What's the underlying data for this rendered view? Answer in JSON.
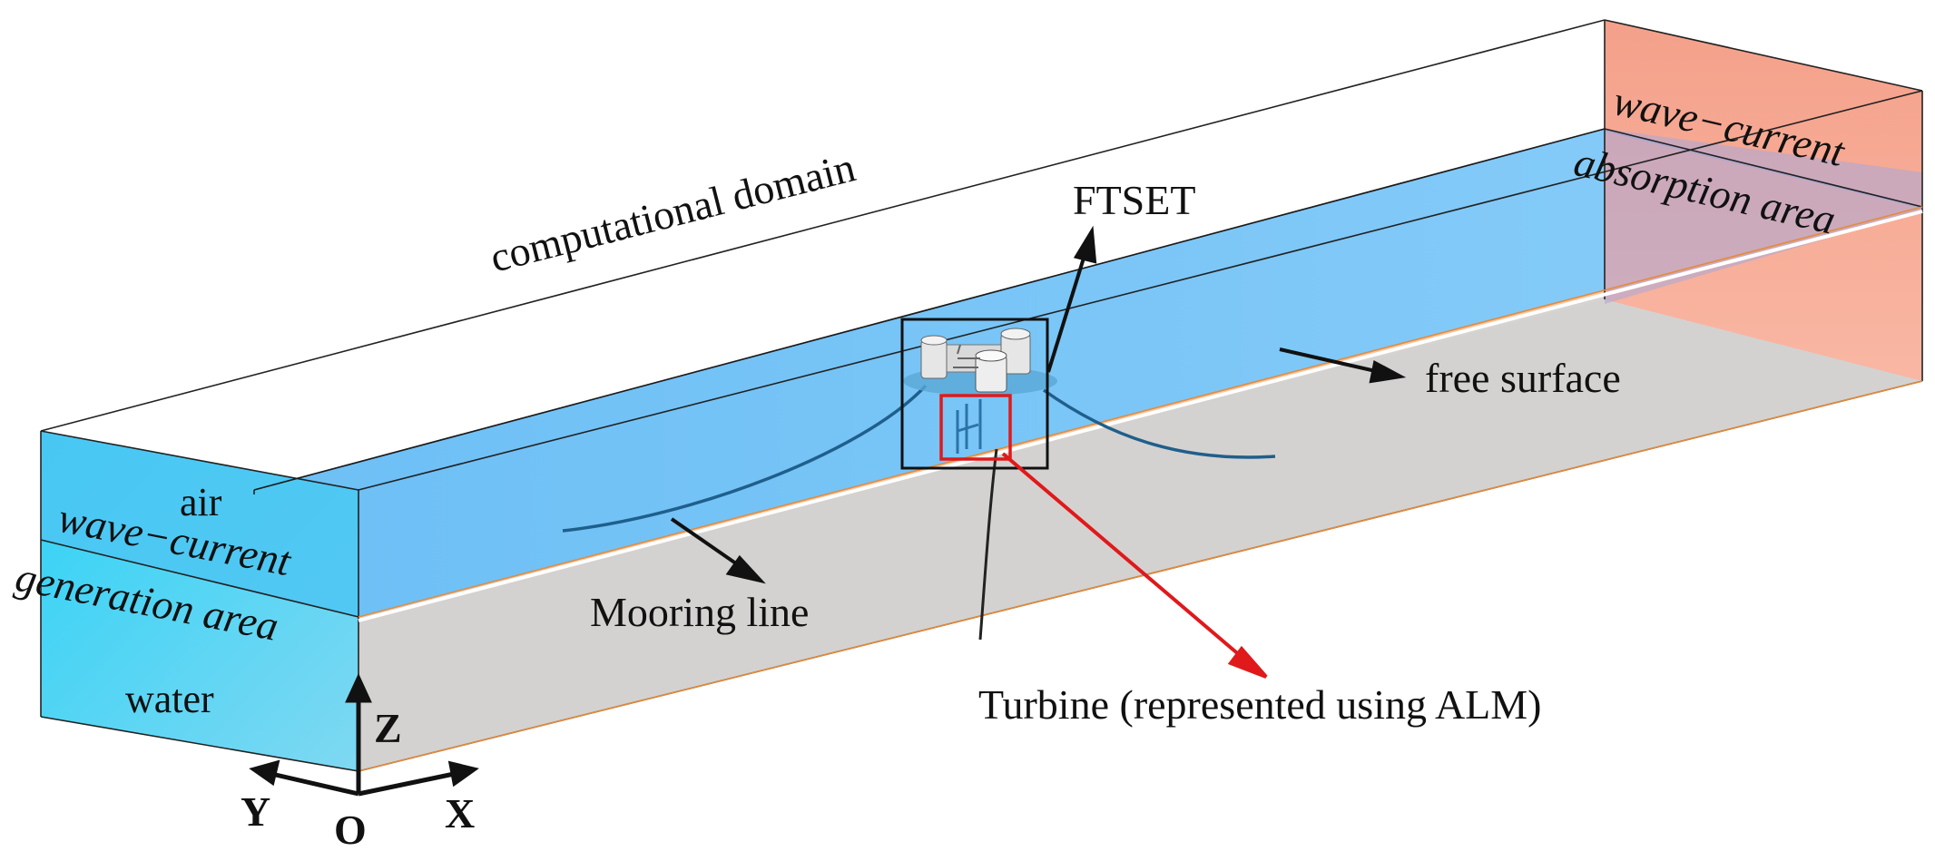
{
  "labels": {
    "computational_domain": "computational domain",
    "ftset": "FTSET",
    "free_surface": "free surface",
    "mooring_line": "Mooring line",
    "turbine": "Turbine (represented using ALM)",
    "air": "air",
    "generation_line1": "wave−current",
    "generation_line2": "generation area",
    "water": "water",
    "absorption_line1": "wave−current",
    "absorption_line2": "absorption area"
  },
  "axes": {
    "z": "Z",
    "y": "Y",
    "x": "X",
    "origin": "O"
  },
  "colors": {
    "water_blue": "#6ec3f7",
    "generation_cyan": "#4fd0f0",
    "absorption_salmon": "#f7a58c",
    "seabed_gray": "#d4d2d0",
    "highlight_red": "#e0191b",
    "mooring_blue": "#1f5f8b"
  }
}
